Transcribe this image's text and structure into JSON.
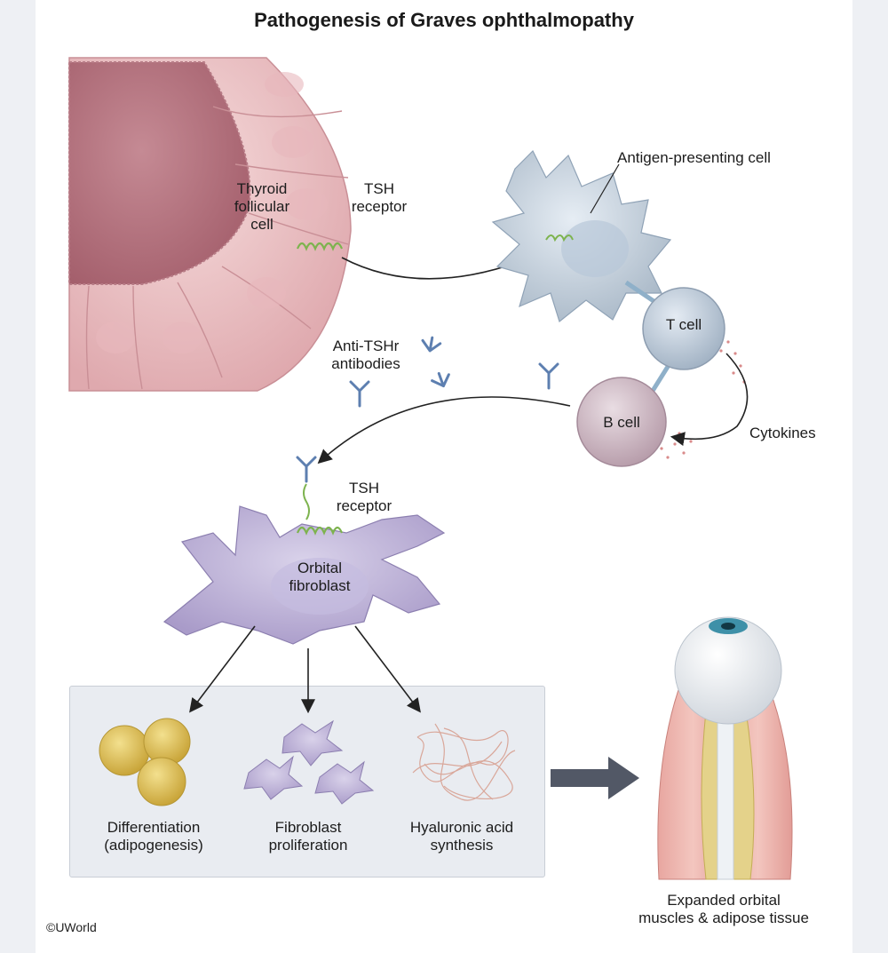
{
  "title": "Pathogenesis of Graves ophthalmopathy",
  "labels": {
    "thyroid_cell": "Thyroid\nfollicular\ncell",
    "tsh_receptor_top": "TSH\nreceptor",
    "apc": "Antigen-presenting cell",
    "t_cell": "T cell",
    "b_cell": "B cell",
    "antibodies": "Anti-TSHr\nantibodies",
    "cytokines": "Cytokines",
    "tsh_receptor_bottom": "TSH\nreceptor",
    "fibroblast": "Orbital\nfibroblast",
    "outcome_1": "Differentiation\n(adipogenesis)",
    "outcome_2": "Fibroblast\nproliferation",
    "outcome_3": "Hyaluronic acid\nsynthesis",
    "eye": "Expanded orbital\nmuscles & adipose tissue"
  },
  "copyright": "©UWorld"
}
